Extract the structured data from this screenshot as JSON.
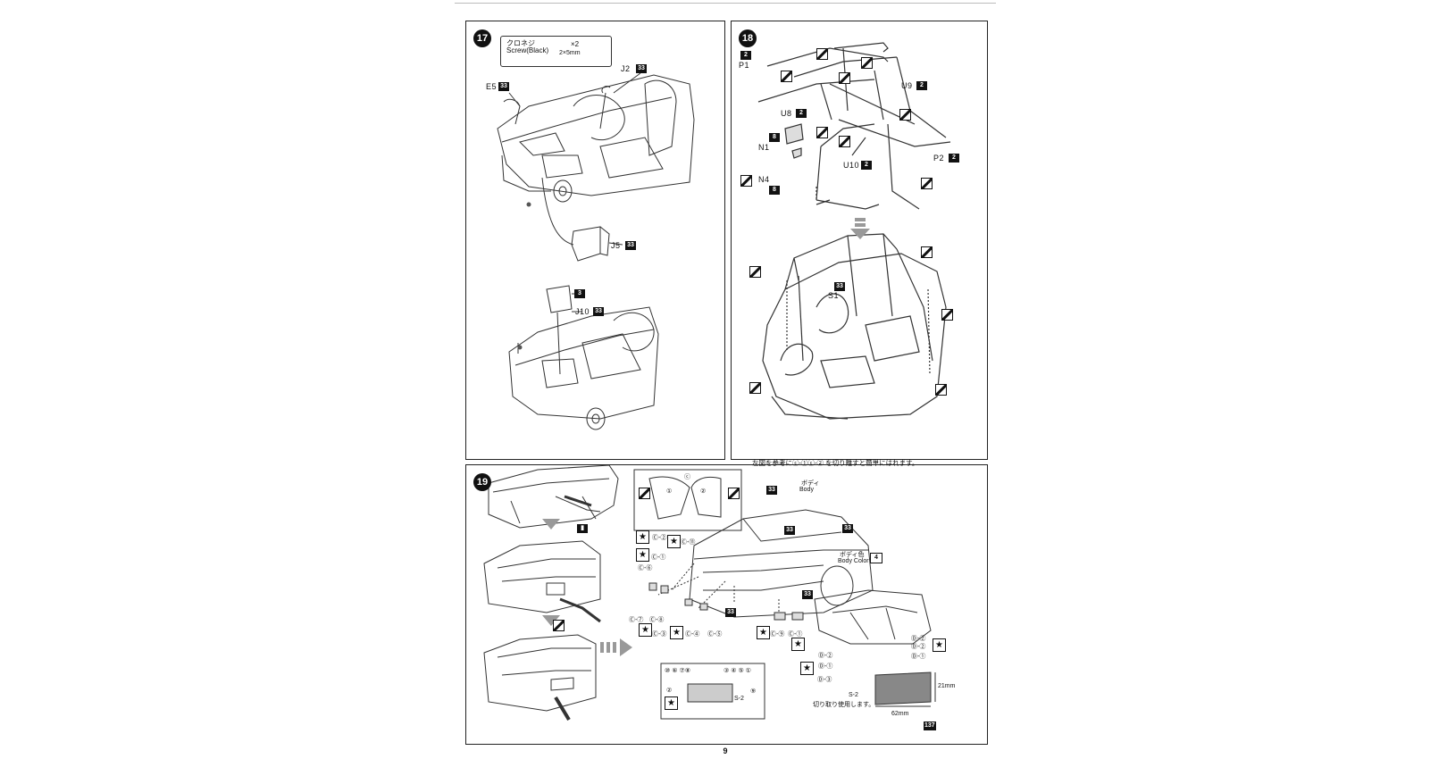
{
  "page_number": "9",
  "step17": {
    "number": "17",
    "screw": {
      "name_jp": "クロネジ",
      "name_en": "Screw(Black)",
      "qty": "×2",
      "size": "2×5mm"
    },
    "labels": {
      "j2": "J2",
      "j2_color": "33",
      "e5": "E5",
      "e5_color": "33",
      "j5": "J5",
      "j5_color": "33",
      "j10": "J10",
      "j10_color": "33",
      "color3": "3"
    }
  },
  "step18": {
    "number": "18",
    "labels": {
      "p1_color": "2",
      "p1": "P1",
      "u9": "U9",
      "u9_color": "2",
      "u8": "U8",
      "u8_color": "2",
      "n1": "N1",
      "n1_color": "8",
      "u10": "U10",
      "u10_color": "2",
      "p2": "P2",
      "p2_color": "2",
      "n4": "N4",
      "n4_color": "8",
      "s1": "S1",
      "s1_color": "33"
    }
  },
  "step19": {
    "number": "19",
    "note": "左図を参考にⓒ-①ⓒ-② を切り離すと簡単にはれます。",
    "decal_c": "ⓒ",
    "c1": "①",
    "c2": "②",
    "body_jp": "ボディ",
    "body_en": "Body",
    "body_color_jp": "ボディ色",
    "body_color_en": "Body Color",
    "body_color_num": "4",
    "color33a": "33",
    "color33b": "33",
    "color33c": "33",
    "color33d": "33",
    "color33e": "33",
    "labels": {
      "c_2": "Ⓒ-②",
      "c_11": "Ⓒ-⑪",
      "c_1a": "Ⓒ-①",
      "c_6": "Ⓒ-⑥",
      "c_7": "Ⓒ-⑦",
      "c_8": "Ⓒ-⑧",
      "c_3": "Ⓒ-③",
      "c_4": "Ⓒ-④",
      "c_5": "Ⓒ-⑤",
      "c_9": "Ⓒ-⑨",
      "c_1b": "Ⓒ-①",
      "d_2a": "Ⓓ-②",
      "d_2b": "Ⓓ-②",
      "d_1a": "Ⓓ-①",
      "d_2c": "Ⓓ-②",
      "d_1b": "Ⓓ-①",
      "d_3": "Ⓓ-③",
      "s2": "S-2",
      "cut_note": "切り取り使用します。",
      "dim_h": "21mm",
      "dim_w": "62mm",
      "ref": "137"
    },
    "plate": {
      "top_left": "⑩ ⑥ ⑦⑧",
      "top_right": "③ ④ ⑤ ①",
      "left": "②",
      "right": "⑨",
      "s2": "S-2"
    }
  }
}
